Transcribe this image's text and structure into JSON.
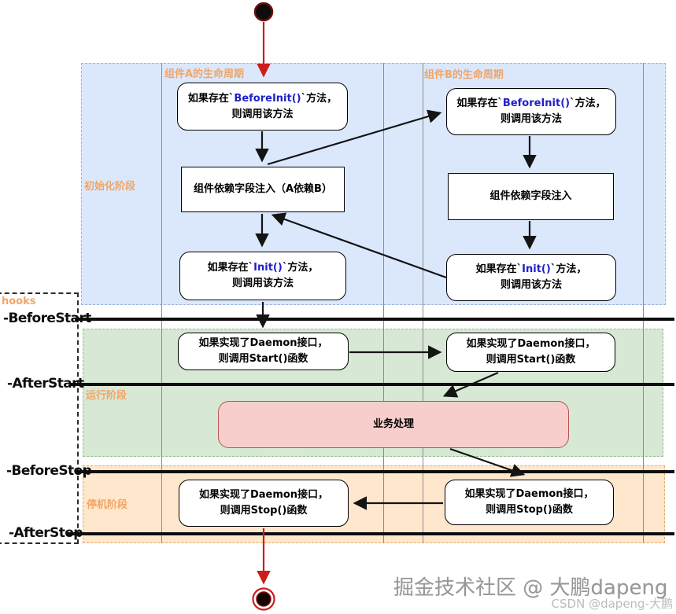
{
  "colors": {
    "blue_fill": "#dbe8fc",
    "blue_border": "#9bb5d9",
    "green_fill": "#d7e8d5",
    "green_border": "#95c08f",
    "orange_fill": "#ffe7cd",
    "orange_border": "#e2ab66",
    "pink_fill": "#f8cecc",
    "pink_border": "#b85450",
    "lane_line": "#8c8c8c",
    "label_orange": "#f2a566",
    "code_blue": "#1f1fc9",
    "arrow_black": "#141414",
    "arrow_red": "#cc1d1d",
    "node_dark": "#0d0d0d",
    "node_dark_red": "#6b0f0f"
  },
  "lanes": [
    {
      "title": "组件A的生命周期"
    },
    {
      "title": "组件B的生命周期"
    }
  ],
  "phases": [
    {
      "label": "初始化阶段"
    },
    {
      "label": "运行阶段"
    },
    {
      "label": "停机阶段"
    }
  ],
  "hooks": {
    "title": "hooks",
    "items": [
      {
        "label": "-BeforeStart"
      },
      {
        "label": "-AfterStart"
      },
      {
        "label": "-BeforeStop"
      },
      {
        "label": "-AfterStop"
      }
    ]
  },
  "boxes": {
    "a_before_init": {
      "pre": "如果存在`",
      "code": "BeforeInit()",
      "post": "`方法，",
      "line2": "则调用该方法"
    },
    "b_before_init": {
      "pre": "如果存在`",
      "code": "BeforeInit()",
      "post": "`方法，",
      "line2": "则调用该方法"
    },
    "a_inject": {
      "text": "组件依赖字段注入（A依赖B）"
    },
    "b_inject": {
      "text": "组件依赖字段注入"
    },
    "a_init": {
      "pre": "如果存在`",
      "code": "Init()",
      "post": "`方法，",
      "line2": "则调用该方法"
    },
    "b_init": {
      "pre": "如果存在`",
      "code": "Init()",
      "post": "`方法，",
      "line2": "则调用该方法"
    },
    "a_start": {
      "line1": "如果实现了Daemon接口，",
      "line2": "则调用Start()函数"
    },
    "b_start": {
      "line1": "如果实现了Daemon接口，",
      "line2": "则调用Start()函数"
    },
    "business": {
      "text": "业务处理"
    },
    "a_stop": {
      "line1": "如果实现了Daemon接口，",
      "line2": "则调用Stop()函数"
    },
    "b_stop": {
      "line1": "如果实现了Daemon接口，",
      "line2": "则调用Stop()函数"
    }
  },
  "watermark": {
    "main": "掘金技术社区 @ 大鹏dapeng",
    "sub": "CSDN @dapeng-大鹏"
  }
}
